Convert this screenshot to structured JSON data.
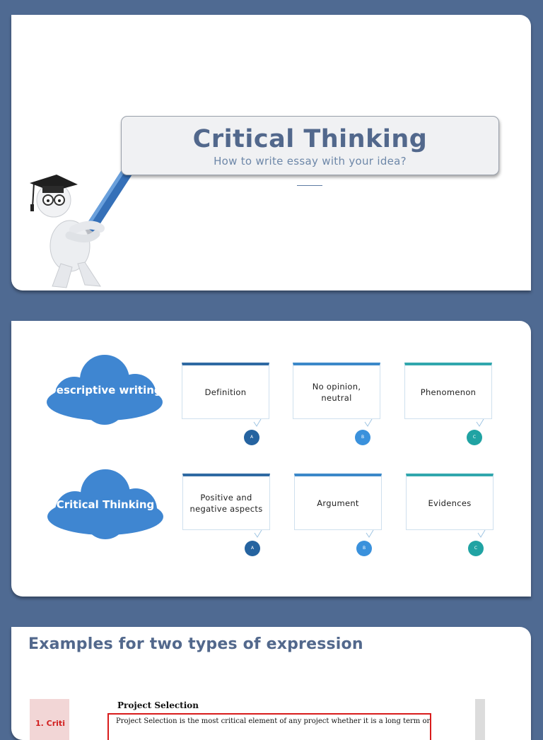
{
  "slide1": {
    "title": "Critical Thinking",
    "subtitle": "How to write essay with your idea?"
  },
  "slide2": {
    "rows": [
      {
        "cloud": "Descriptive writing",
        "cards": [
          {
            "text": "Definition",
            "badge": "A"
          },
          {
            "text": "No opinion, neutral",
            "badge": "B"
          },
          {
            "text": "Phenomenon",
            "badge": "C"
          }
        ]
      },
      {
        "cloud": "Critical Thinking",
        "cards": [
          {
            "text": "Positive and negative aspects",
            "badge": "A"
          },
          {
            "text": "Argument",
            "badge": "B"
          },
          {
            "text": "Evidences",
            "badge": "C"
          }
        ]
      }
    ]
  },
  "slide3": {
    "title": "Examples for two types of expression",
    "doc_side_label": "1. Criti",
    "doc_heading": "Project Selection",
    "doc_text": "Project Selection is the most critical element of any project whether it is a long term or a short"
  },
  "colors": {
    "background": "#4f6a92",
    "title": "#52688c",
    "cloud": "#3f86d1",
    "badge_a": "#2563a0",
    "badge_b": "#3a91dc",
    "badge_c": "#20a3a3"
  }
}
